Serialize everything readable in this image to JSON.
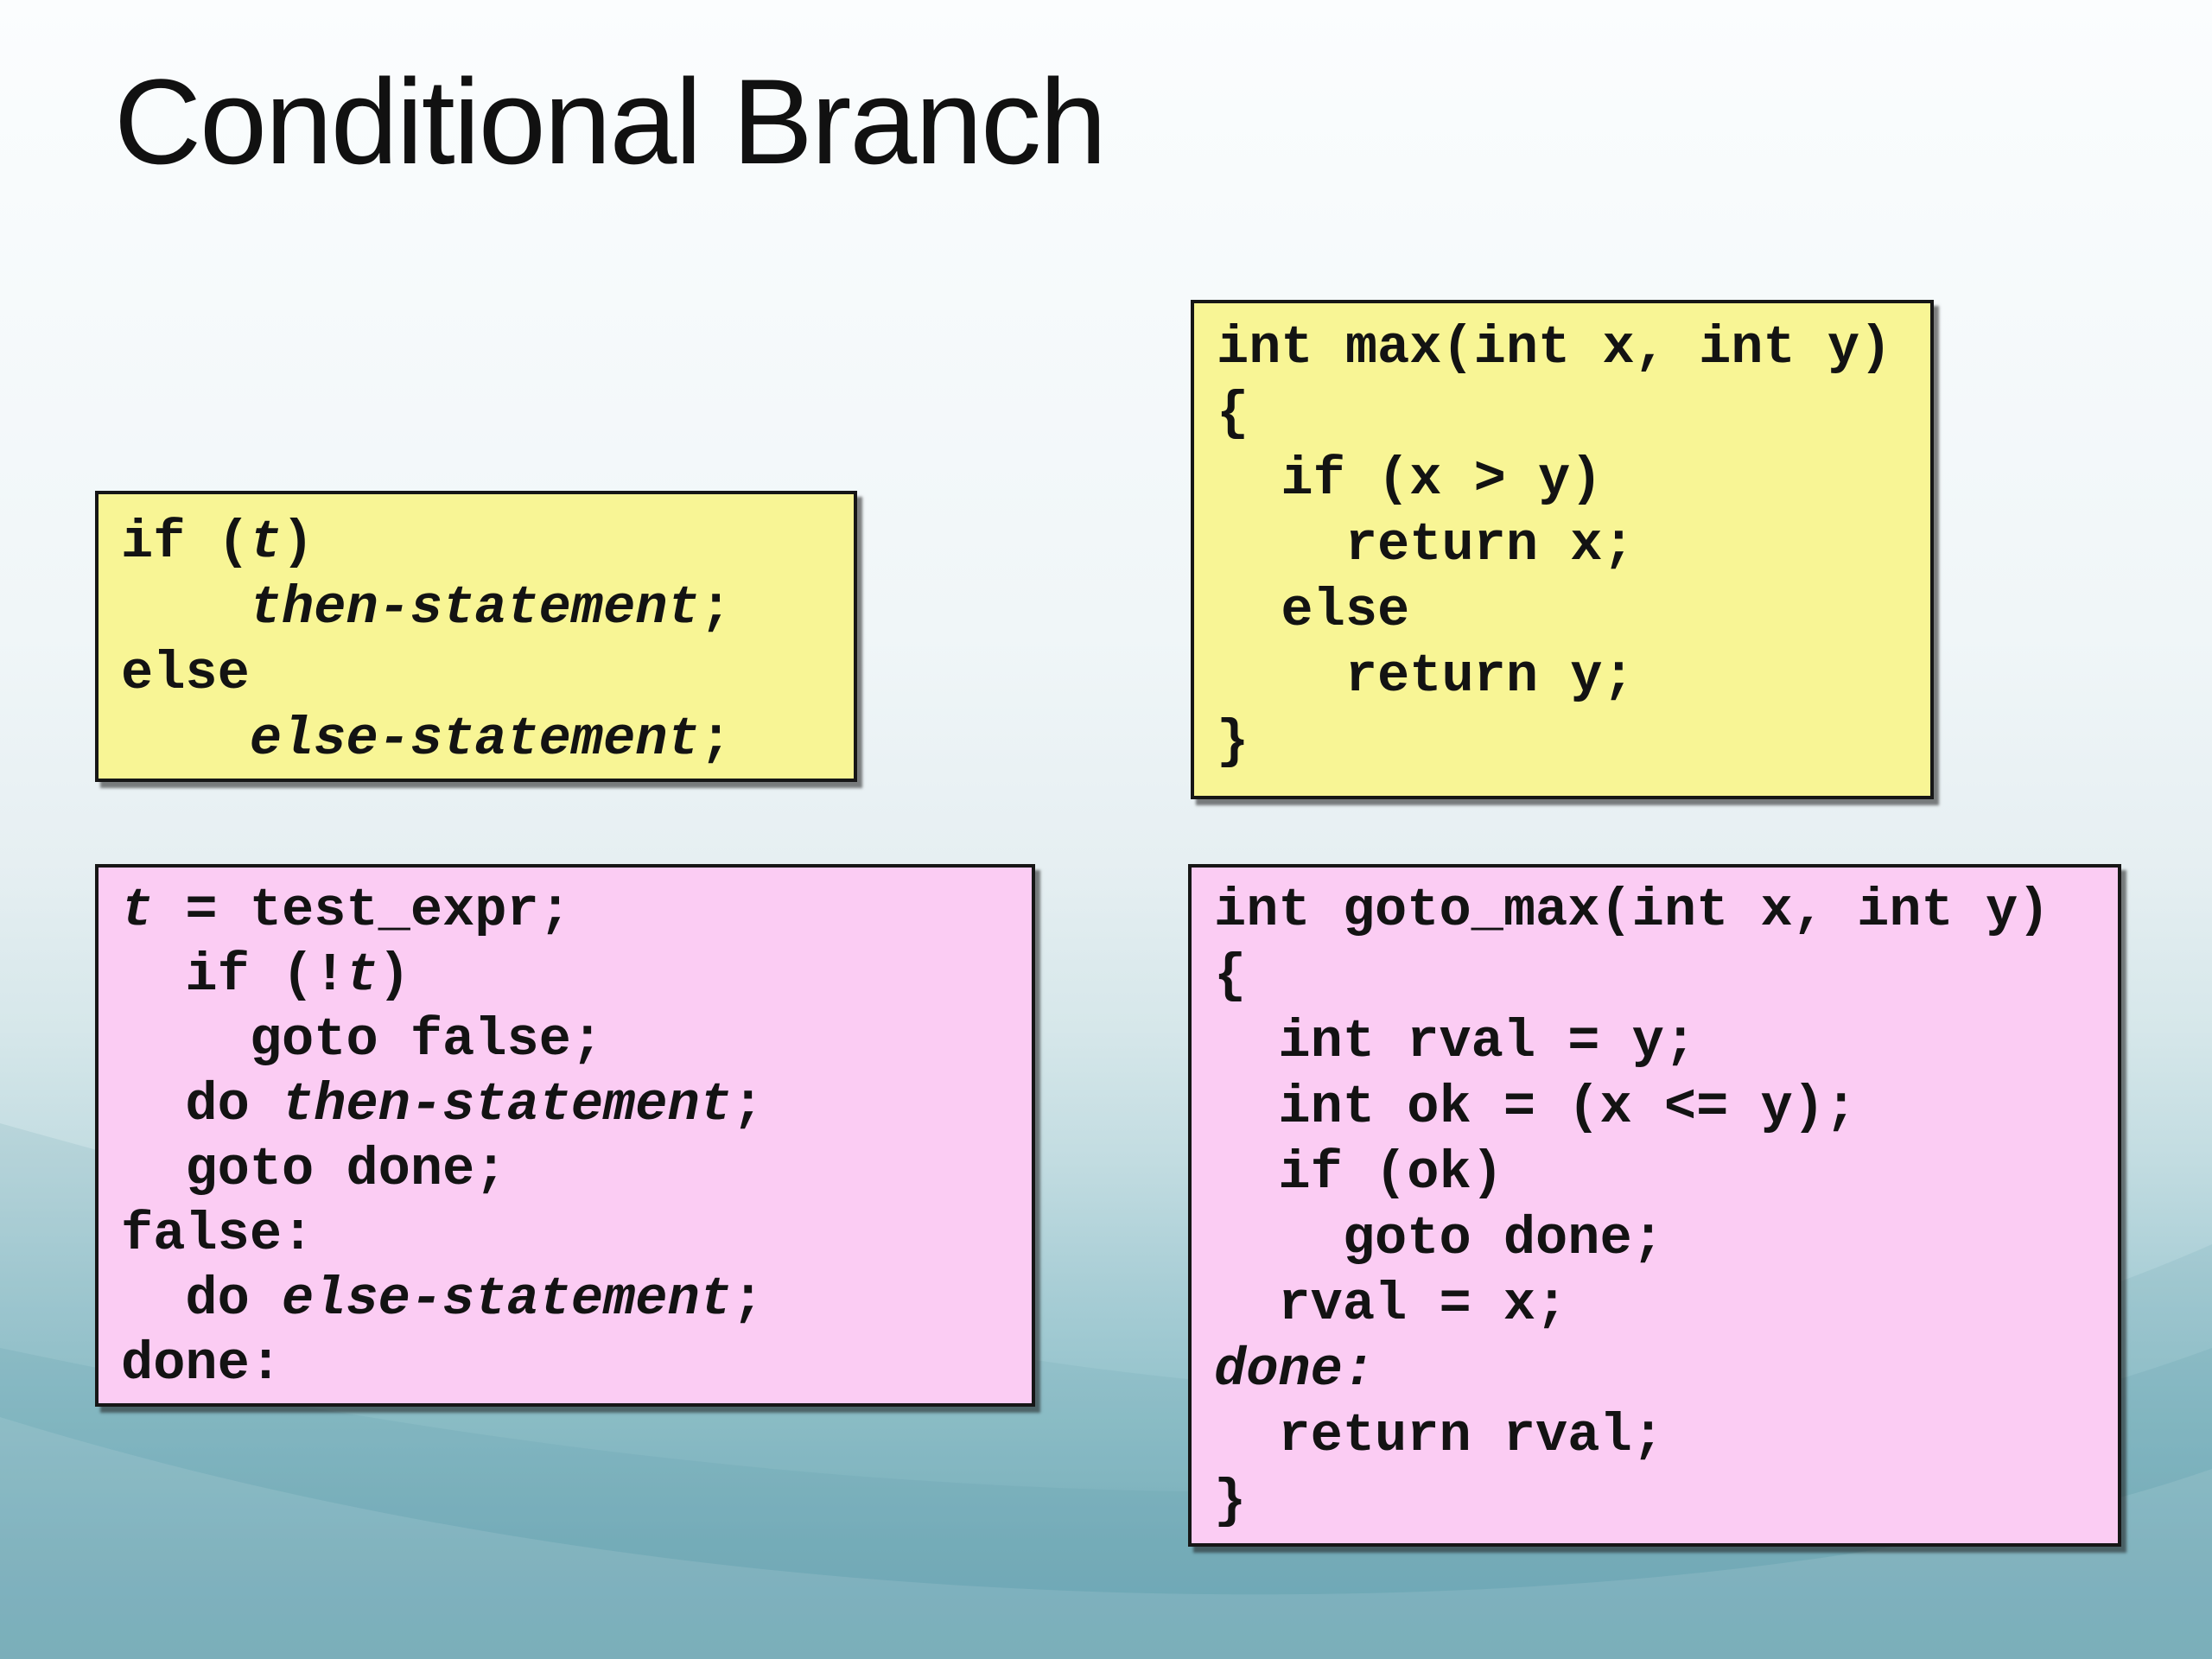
{
  "slide": {
    "title": "Conditional Branch",
    "colors": {
      "box_yellow": "#f8f595",
      "box_pink": "#fbccf3",
      "box_border": "#161616",
      "code_text": "#131313",
      "title_text": "#111111",
      "background_top": "#fbfdfe",
      "background_bottom_teal": "#6fa9b6"
    },
    "boxes": [
      {
        "name": "if-else-pseudocode",
        "fill": "box_yellow",
        "lines": [
          [
            {
              "t": "if ("
            },
            {
              "t": "t",
              "i": true
            },
            {
              "t": ")"
            }
          ],
          [
            {
              "t": "    "
            },
            {
              "t": "then-statement",
              "i": true
            },
            {
              "t": ";"
            }
          ],
          [
            {
              "t": "else"
            }
          ],
          [
            {
              "t": "    "
            },
            {
              "t": "else-statement",
              "i": true
            },
            {
              "t": ";"
            }
          ]
        ]
      },
      {
        "name": "max-function-c-code",
        "fill": "box_yellow",
        "lines": [
          [
            {
              "t": "int max(int x, int y)"
            }
          ],
          [
            {
              "t": "{"
            }
          ],
          [
            {
              "t": "  if (x > y)"
            }
          ],
          [
            {
              "t": "    return x;"
            }
          ],
          [
            {
              "t": "  else"
            }
          ],
          [
            {
              "t": "    return y;"
            }
          ],
          [
            {
              "t": "}"
            }
          ]
        ]
      },
      {
        "name": "goto-version-pseudocode",
        "fill": "box_pink",
        "lines": [
          [
            {
              "t": "t",
              "i": true
            },
            {
              "t": " = test_expr;"
            }
          ],
          [
            {
              "t": "  if (!"
            },
            {
              "t": "t",
              "i": true
            },
            {
              "t": ")"
            }
          ],
          [
            {
              "t": "    goto false;"
            }
          ],
          [
            {
              "t": "  do "
            },
            {
              "t": "then-statement",
              "i": true
            },
            {
              "t": ";"
            }
          ],
          [
            {
              "t": "  goto done;"
            }
          ],
          [
            {
              "t": "false:"
            }
          ],
          [
            {
              "t": "  do "
            },
            {
              "t": "else-statement",
              "i": true
            },
            {
              "t": ";"
            }
          ],
          [
            {
              "t": "done:"
            }
          ]
        ]
      },
      {
        "name": "goto-max-function-c-code",
        "fill": "box_pink",
        "lines": [
          [
            {
              "t": "int goto_max(int x, int y)"
            }
          ],
          [
            {
              "t": "{"
            }
          ],
          [
            {
              "t": "  int rval = y;"
            }
          ],
          [
            {
              "t": "  int ok = (x <= y);"
            }
          ],
          [
            {
              "t": "  if (ok)"
            }
          ],
          [
            {
              "t": "    goto done;"
            }
          ],
          [
            {
              "t": "  rval = x;"
            }
          ],
          [
            {
              "t": "done:",
              "i": true
            }
          ],
          [
            {
              "t": "  return rval;"
            }
          ],
          [
            {
              "t": "}"
            }
          ]
        ]
      }
    ]
  }
}
